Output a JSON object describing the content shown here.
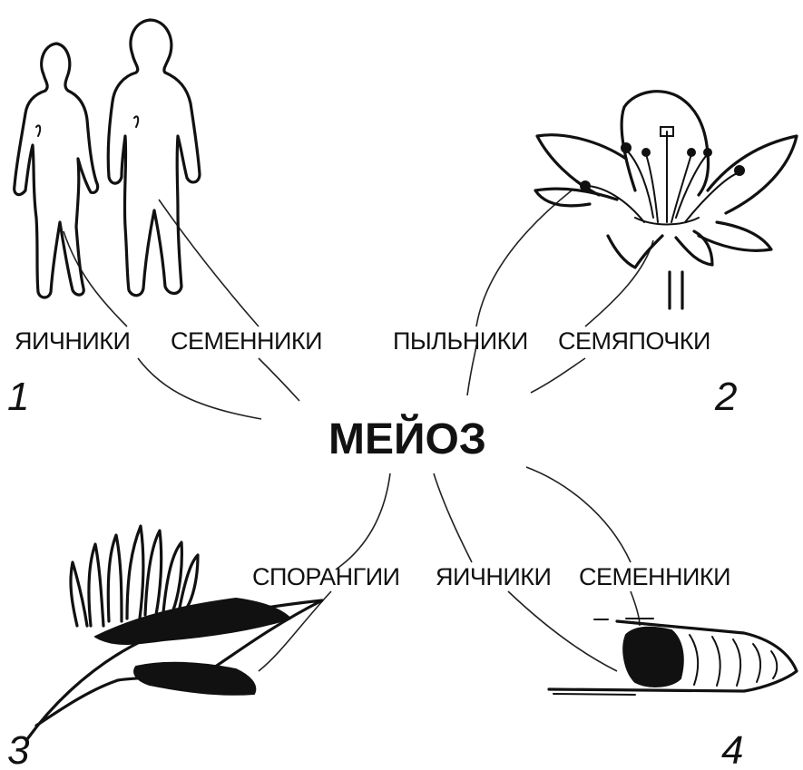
{
  "center": {
    "label": "МЕЙОЗ"
  },
  "groups": [
    {
      "number": "1",
      "labels": [
        "ЯИЧНИКИ",
        "СЕМЕННИКИ"
      ],
      "icon": "human-figures-icon"
    },
    {
      "number": "2",
      "labels": [
        "ПЫЛЬНИКИ",
        "СЕМЯПОЧКИ"
      ],
      "icon": "flower-icon"
    },
    {
      "number": "3",
      "labels": [
        "СПОРАНГИИ"
      ],
      "icon": "fern-sporangia-icon"
    },
    {
      "number": "4",
      "labels": [
        "ЯИЧНИКИ",
        "СЕМЕННИКИ"
      ],
      "icon": "worm-icon"
    }
  ]
}
